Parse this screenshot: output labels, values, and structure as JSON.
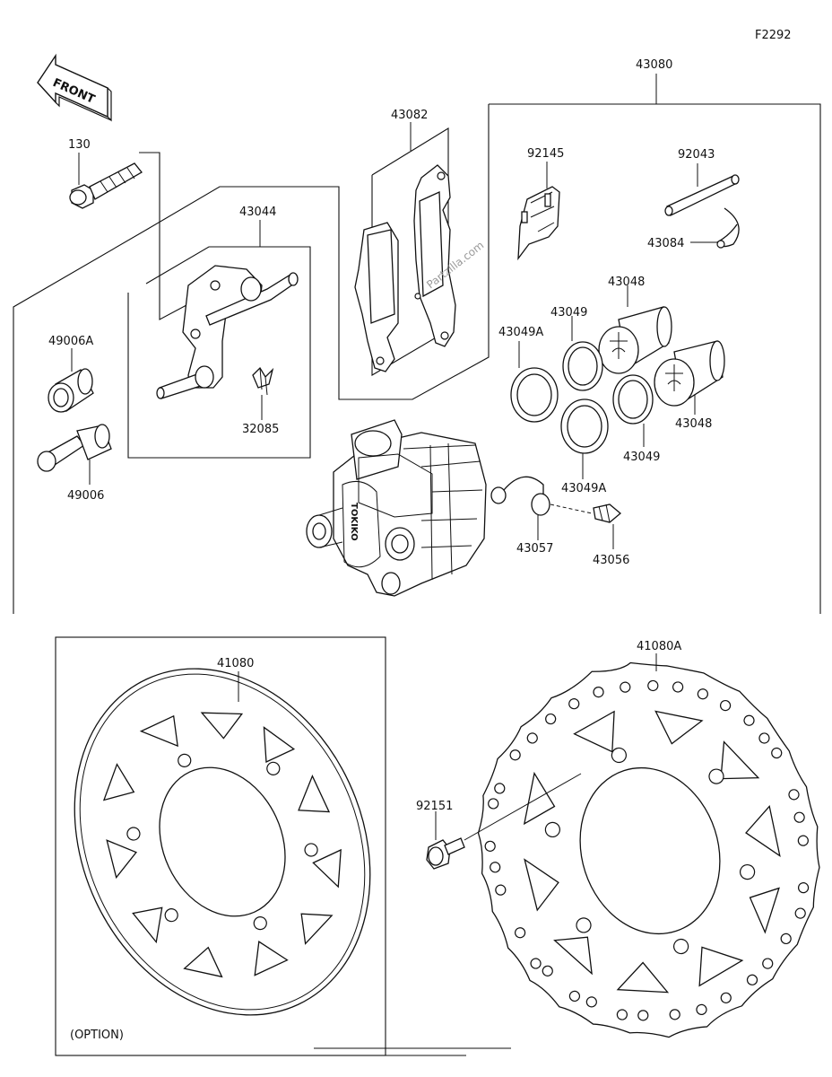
{
  "figure_code": "F2292",
  "front_label": "FRONT",
  "watermark": "Partzilla.com",
  "option_label": "(OPTION)",
  "footer": "",
  "callouts": {
    "c130": "130",
    "c43044": "43044",
    "c43082": "43082",
    "c43080": "43080",
    "c92145": "92145",
    "c92043": "92043",
    "c43084": "43084",
    "c43048a": "43048",
    "c43048b": "43048",
    "c43049a": "43049",
    "c43049b": "43049",
    "c43049Aa": "43049A",
    "c43049Ab": "43049A",
    "c49006A": "49006A",
    "c49006": "49006",
    "c32085": "32085",
    "c43057": "43057",
    "c43056": "43056",
    "c41080": "41080",
    "c41080A": "41080A",
    "c92151": "92151"
  }
}
